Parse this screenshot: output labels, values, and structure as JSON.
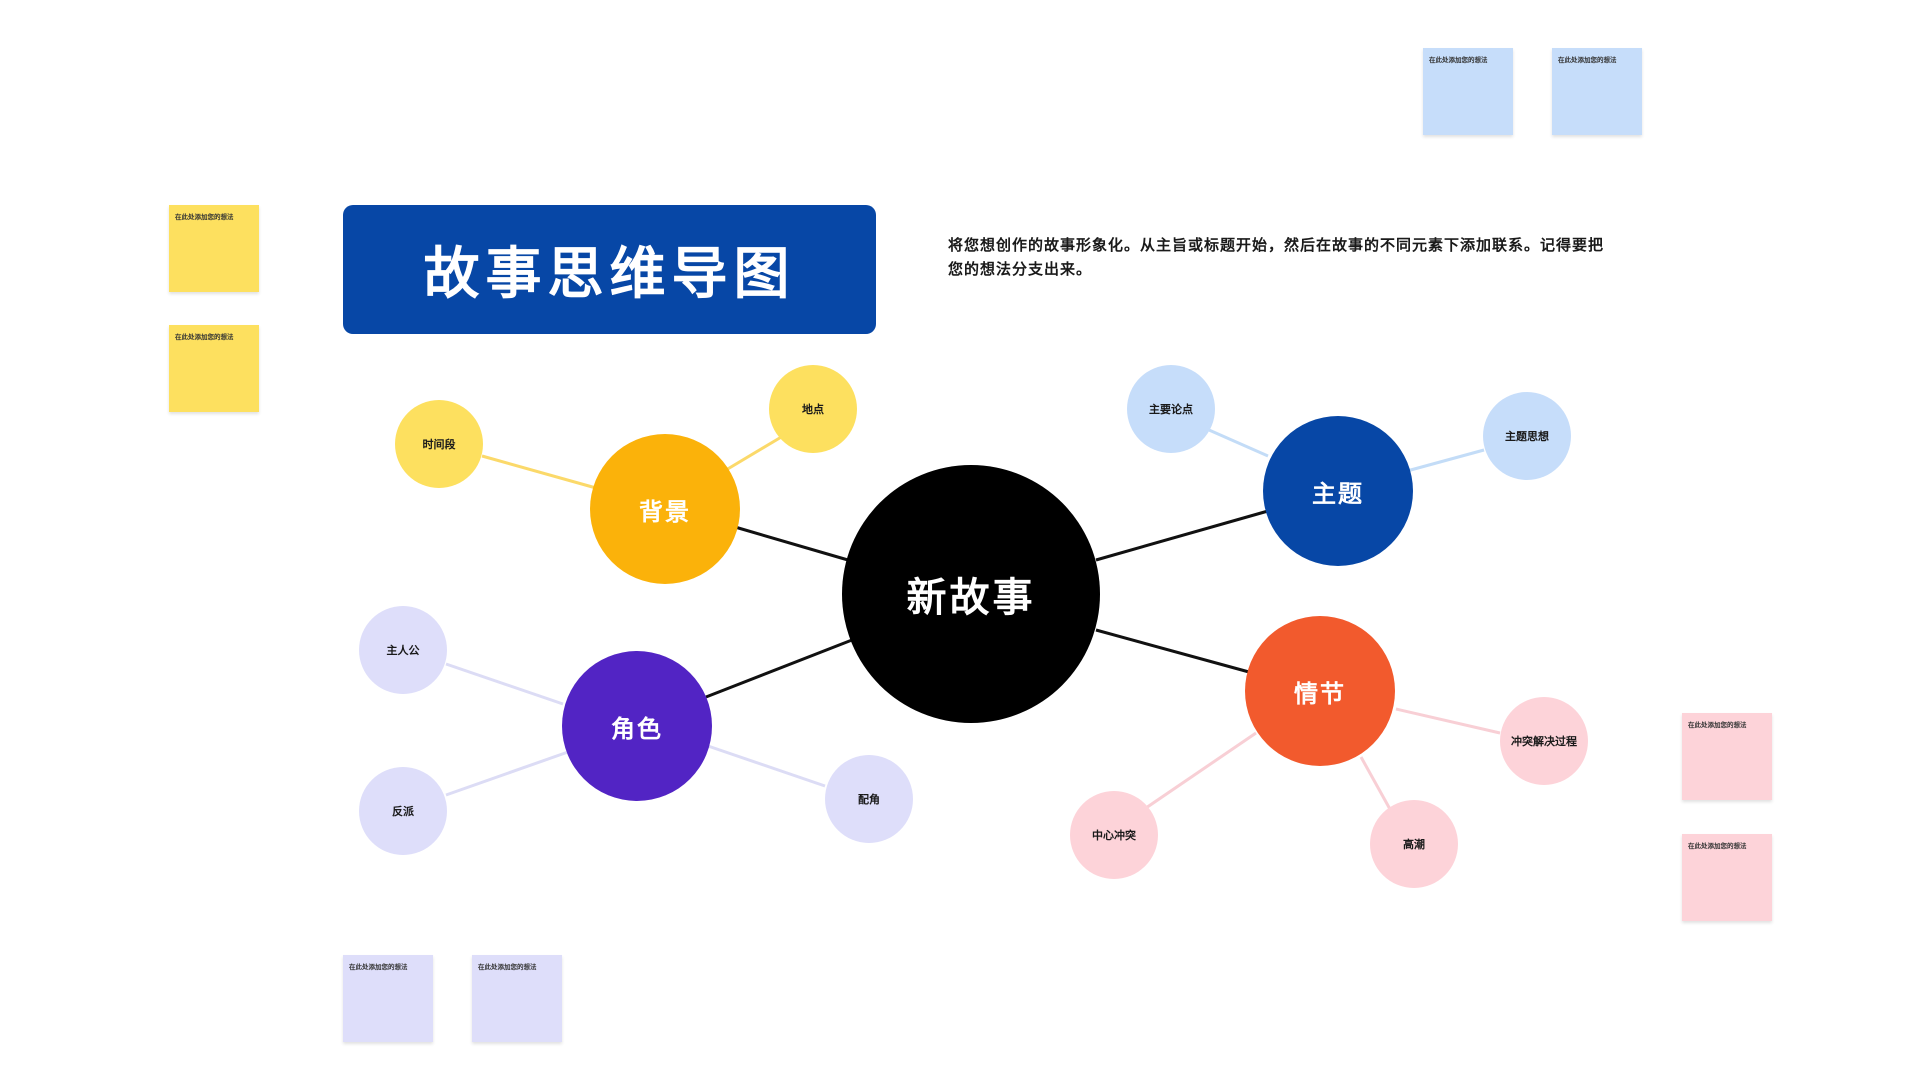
{
  "title": "故事思维导图",
  "description": "将您想创作的故事形象化。从主旨或标题开始，然后在故事的不同元素下添加联系。记得要把您的想法分支出来。",
  "center": {
    "label": "新故事",
    "color": "#000000"
  },
  "branches": {
    "background": {
      "label": "背景",
      "color": "#fbb20a",
      "line_color": "#fbd96a",
      "children": [
        {
          "label": "时间段",
          "color": "#fde05f"
        },
        {
          "label": "地点",
          "color": "#fde05f"
        }
      ]
    },
    "theme": {
      "label": "主题",
      "color": "#0747a6",
      "line_color": "#c3dcf7",
      "children": [
        {
          "label": "主要论点",
          "color": "#c6ddfa"
        },
        {
          "label": "主题思想",
          "color": "#c6ddfa"
        }
      ]
    },
    "character": {
      "label": "角色",
      "color": "#5224c4",
      "line_color": "#dcdcf5",
      "children": [
        {
          "label": "主人公",
          "color": "#dedefa"
        },
        {
          "label": "反派",
          "color": "#dedefa"
        },
        {
          "label": "配角",
          "color": "#dedefa"
        }
      ]
    },
    "plot": {
      "label": "情节",
      "color": "#f25a2d",
      "line_color": "#f8cfd5",
      "children": [
        {
          "label": "冲突解决过程",
          "color": "#fdd3d9"
        },
        {
          "label": "高潮",
          "color": "#fdd3d9"
        },
        {
          "label": "中心冲突",
          "color": "#fdd3d9"
        }
      ]
    }
  },
  "stickies": {
    "blue": [
      {
        "text": "在此处添加您的想法",
        "color": "#c6ddfa"
      },
      {
        "text": "在此处添加您的想法",
        "color": "#c6ddfa"
      }
    ],
    "yellow": [
      {
        "text": "在此处添加您的想法",
        "color": "#fde05f"
      },
      {
        "text": "在此处添加您的想法",
        "color": "#fde05f"
      }
    ],
    "pink": [
      {
        "text": "在此处添加您的想法",
        "color": "#fdd3d9"
      },
      {
        "text": "在此处添加您的想法",
        "color": "#fdd3d9"
      }
    ],
    "lavender": [
      {
        "text": "在此处添加您的想法",
        "color": "#dedefa"
      },
      {
        "text": "在此处添加您的想法",
        "color": "#dedefa"
      }
    ]
  }
}
